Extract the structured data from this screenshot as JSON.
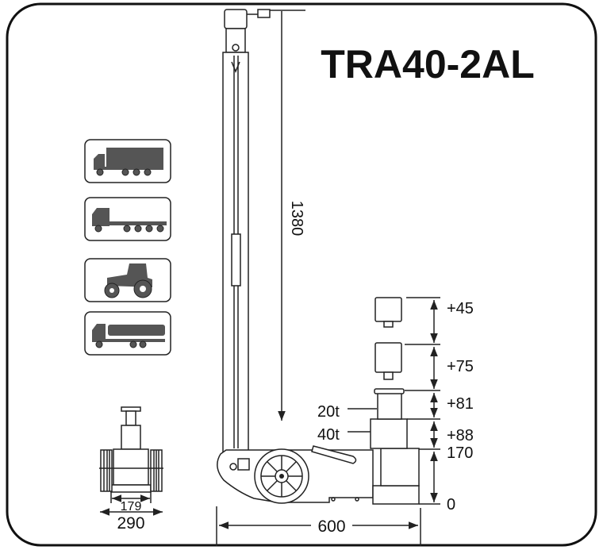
{
  "title": "TRA40-2AL",
  "dimensions": {
    "max_height": "1380",
    "length": "600",
    "width_outer": "290",
    "width_inner": "179",
    "stroke_labels": [
      "+45",
      "+75",
      "+81",
      "+88",
      "170",
      "0"
    ]
  },
  "stage_labels": [
    "20t",
    "40t"
  ],
  "vehicle_icons": [
    "truck-icon",
    "flatbed-trailer-icon",
    "tractor-icon",
    "tanker-truck-icon"
  ]
}
